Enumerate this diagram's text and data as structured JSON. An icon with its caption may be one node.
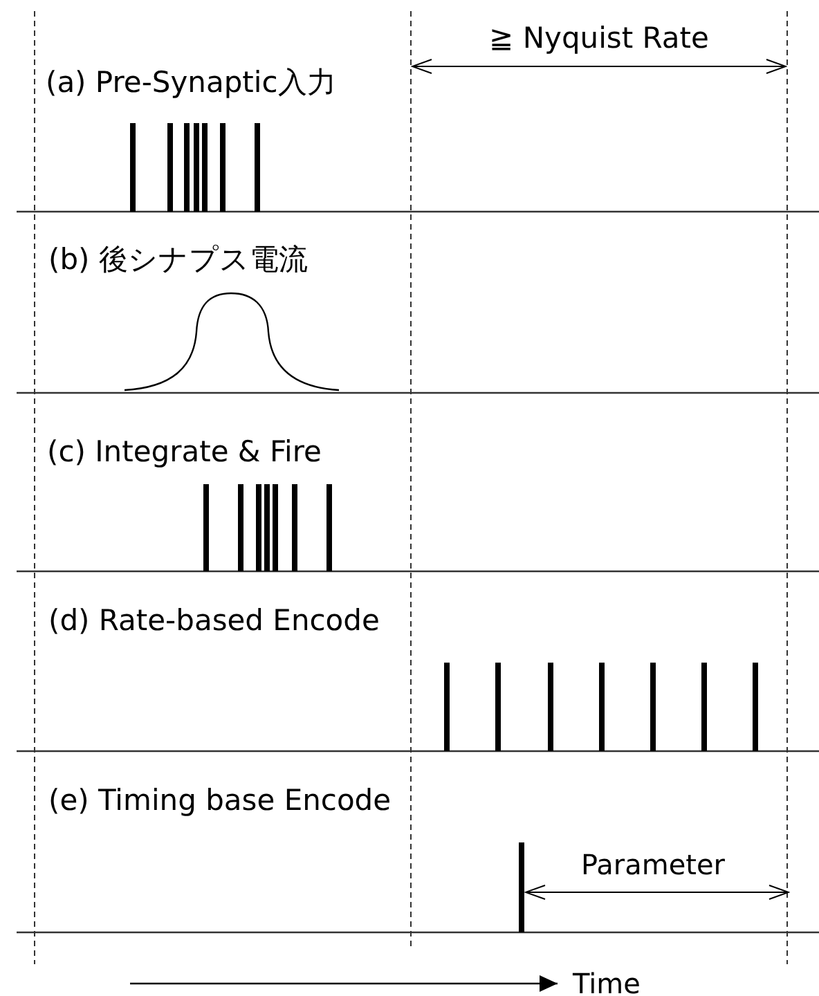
{
  "diagram": {
    "labels": [
      "≧ Nyquist Rate",
      "(a) Pre-Synaptic入力",
      "(b) 後シナプス電流",
      "(c) Integrate & Fire",
      "(d) Rate-based Encode",
      "(e) Timing base Encode",
      "Parameter",
      "Time"
    ]
  }
}
